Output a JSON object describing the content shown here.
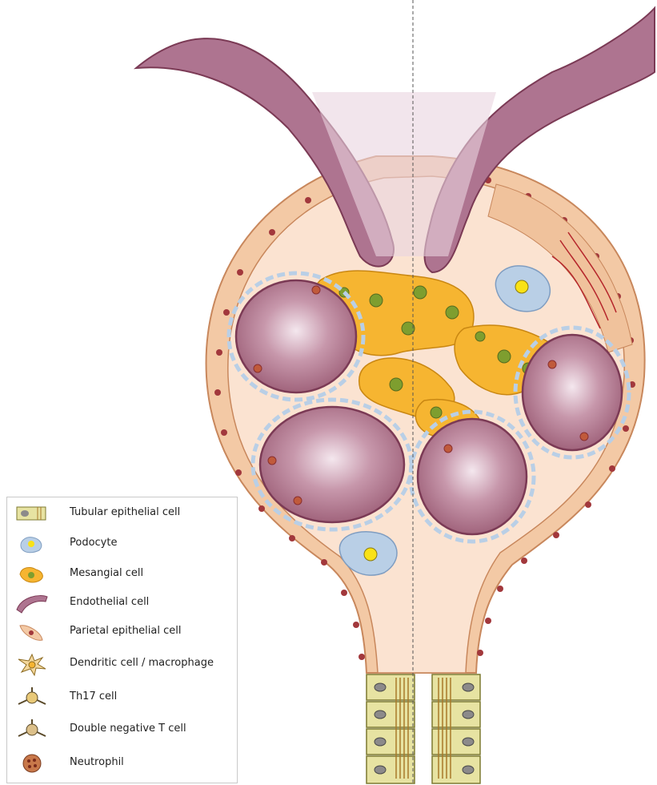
{
  "legend": {
    "items": [
      {
        "label": "Tubular epithelial cell",
        "icon": "tubular-epithelial-cell-icon"
      },
      {
        "label": "Podocyte",
        "icon": "podocyte-icon"
      },
      {
        "label": "Mesangial cell",
        "icon": "mesangial-cell-icon"
      },
      {
        "label": "Endothelial cell",
        "icon": "endothelial-cell-icon"
      },
      {
        "label": "Parietal epithelial cell",
        "icon": "parietal-epithelial-cell-icon"
      },
      {
        "label": "Dendritic cell / macrophage",
        "icon": "dendritic-cell-icon"
      },
      {
        "label": "Th17 cell",
        "icon": "th17-cell-icon"
      },
      {
        "label": "Double negative T cell",
        "icon": "double-negative-t-cell-icon"
      },
      {
        "label": "Neutrophil",
        "icon": "neutrophil-icon"
      }
    ]
  },
  "colors": {
    "capsule_fill": "#fbe3d1",
    "capsule_cells": "#f3c9a5",
    "capillary": "#a9677f",
    "capillary_light": "#d8b3c4",
    "mesangial": "#f6b531",
    "nucleus_green": "#7e9e2f",
    "podocyte": "#b9cfe6",
    "tubule": "#e7e3a2",
    "nucleus_red": "#a2383c"
  }
}
